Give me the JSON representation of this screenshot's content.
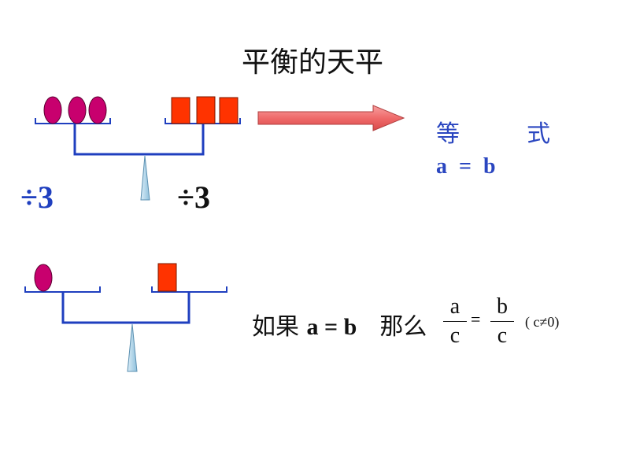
{
  "title": "平衡的天平",
  "operation_left": "÷3",
  "operation_right": "÷3",
  "equation_heading": [
    "等",
    "式"
  ],
  "equation": "a = b",
  "rule": {
    "prefix": "如果",
    "condition": "a = b",
    "then": "那么",
    "fraction_left": {
      "num": "a",
      "den": "c"
    },
    "equals": "=",
    "fraction_right": {
      "num": "b",
      "den": "c"
    },
    "constraint": "( c≠0)"
  },
  "colors": {
    "balance": "#1f3fbf",
    "circle": "#c8006e",
    "square": "#ff3300",
    "arrow_fill": "#f06a6a",
    "pivot": "#a8d0e6",
    "equation_text": "#2a46c0"
  }
}
